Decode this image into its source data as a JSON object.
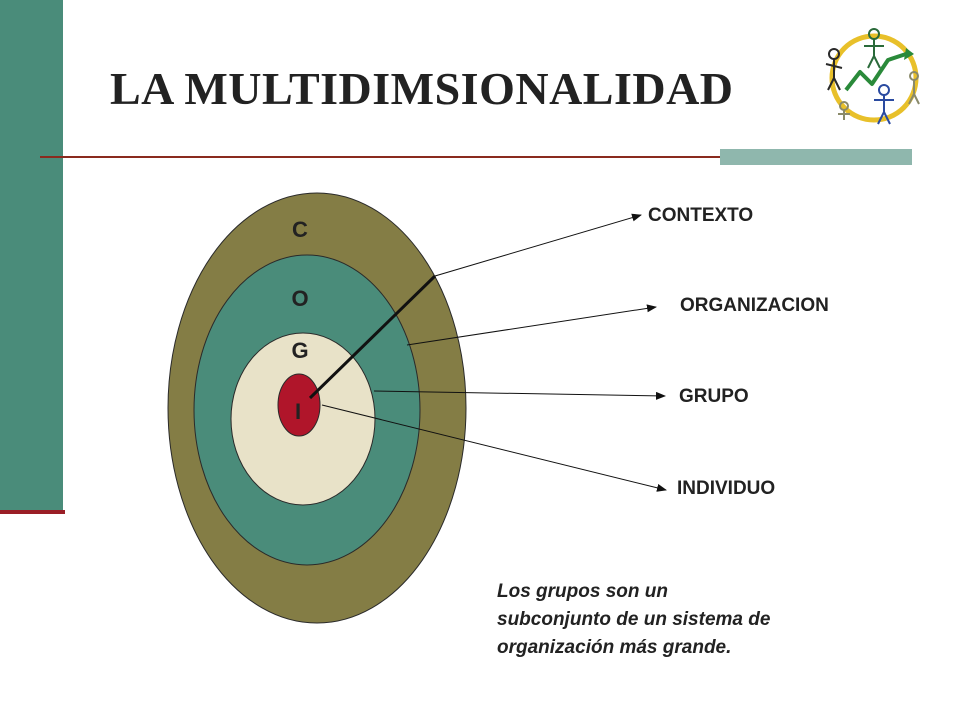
{
  "slide": {
    "title": "LA MULTIDIMSIONALIDAD",
    "colors": {
      "left_bar": "#4a8c7a",
      "accent_red": "#9a1e26",
      "outer_ring": "#847d45",
      "middle_ring": "#4a8c7a",
      "inner_ring": "#e8e2c8",
      "core": "#b0152a"
    }
  },
  "logo": {
    "icon": "people-growth-chart-logo-icon"
  },
  "diagram": {
    "rings": [
      {
        "letter": "C",
        "name": "contexto"
      },
      {
        "letter": "O",
        "name": "organizacion"
      },
      {
        "letter": "G",
        "name": "grupo"
      },
      {
        "letter": "I",
        "name": "individuo"
      }
    ],
    "labels": [
      "CONTEXTO",
      "ORGANIZACION",
      "GRUPO",
      "INDIVIDUO"
    ]
  },
  "note": {
    "lines": [
      "Los grupos son un",
      "subconjunto de un sistema de",
      "organización más grande."
    ]
  }
}
